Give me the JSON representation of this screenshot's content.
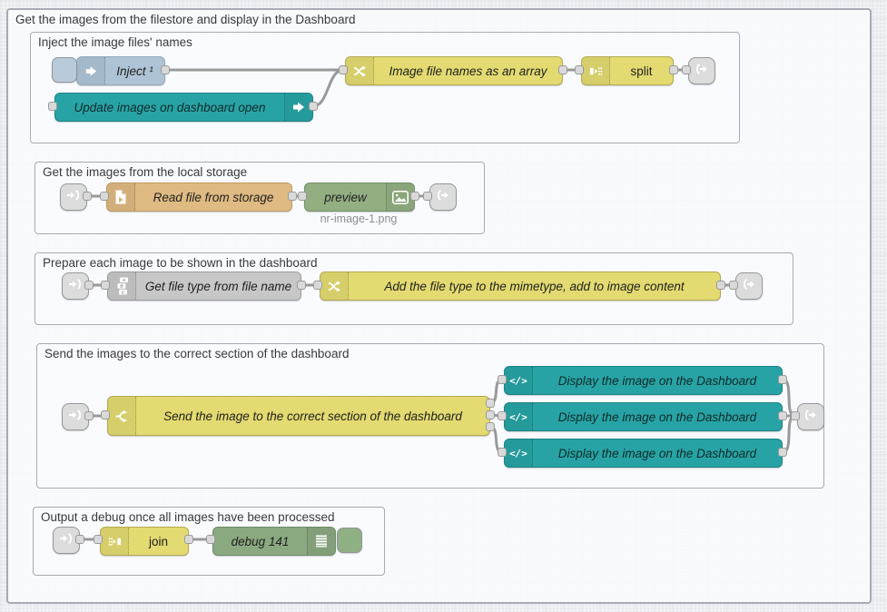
{
  "app": "Node-RED flow editor canvas",
  "groups": {
    "main": {
      "title": "Get the images from the filestore and display in the Dashboard"
    },
    "inject": {
      "title": "Inject the image files' names"
    },
    "storage": {
      "title": "Get the images from the local storage"
    },
    "prepare": {
      "title": "Prepare each image to be shown in the dashboard"
    },
    "send": {
      "title": "Send the images to the correct section of the dashboard"
    },
    "output": {
      "title": "Output a debug once all images have been processed"
    }
  },
  "nodes": {
    "inject": {
      "label": "Inject ¹"
    },
    "update_open": {
      "label": "Update images on dashboard open"
    },
    "filenames": {
      "label": "Image file names as an array"
    },
    "split": {
      "label": "split"
    },
    "read_file": {
      "label": "Read file from storage"
    },
    "preview": {
      "label": "preview",
      "status": "nr-image-1.png"
    },
    "file_type": {
      "label": "Get file type from file name"
    },
    "mimetype": {
      "label": "Add the file type to the mimetype, add to image content"
    },
    "send_switch": {
      "label": "Send the image to the correct section of the dashboard"
    },
    "displays": [
      {
        "label": "Display the image on the Dashboard"
      },
      {
        "label": "Display the image on the Dashboard"
      },
      {
        "label": "Display the image on the Dashboard"
      }
    ],
    "join": {
      "label": "join"
    },
    "debug": {
      "label": "debug 141"
    }
  },
  "colors": {
    "inject": "#aec4d6",
    "dashboard_teal": "#28a3a5",
    "function_yellow": "#e3da71",
    "file_orange": "#dfba82",
    "grey_node": "#c7c7c7",
    "preview_green": "#93af82",
    "debug_green": "#8aa980",
    "link_grey": "#dcdcdc",
    "wire": "#999999"
  }
}
